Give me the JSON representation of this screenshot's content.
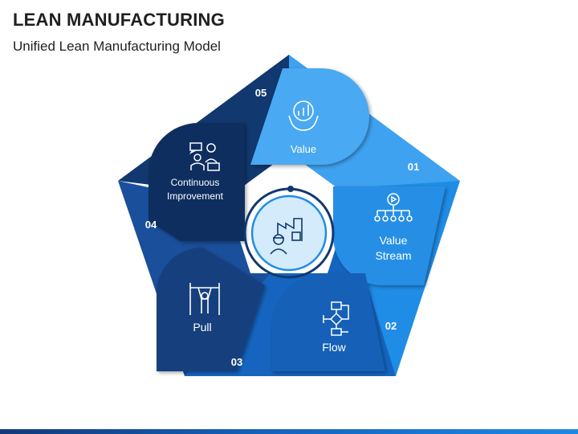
{
  "header": {
    "title": "LEAN MANUFACTURING",
    "subtitle": "Unified Lean Manufacturing Model"
  },
  "segments": [
    {
      "number": "01",
      "label_lines": [
        "Value"
      ],
      "icon": "hands-growth-icon",
      "color": "#3ea2f0"
    },
    {
      "number": "02",
      "label_lines": [
        "Value",
        "Stream"
      ],
      "icon": "hierarchy-play-icon",
      "color": "#1f8ce6"
    },
    {
      "number": "03",
      "label_lines": [
        "Flow"
      ],
      "icon": "flowchart-icon",
      "color": "#1565c0"
    },
    {
      "number": "04",
      "label_lines": [
        "Pull"
      ],
      "icon": "pull-up-bar-icon",
      "color": "#1a4f9c"
    },
    {
      "number": "05",
      "label_lines": [
        "Continuous",
        "Improvement"
      ],
      "icon": "team-meeting-icon",
      "color": "#11386f"
    }
  ],
  "center": {
    "icon": "factory-worker-icon"
  },
  "colors": {
    "accent": "#3ea2f0",
    "dark": "#11386f",
    "center_fill": "#d3ebfa",
    "icon_stroke": "#ffffff"
  }
}
